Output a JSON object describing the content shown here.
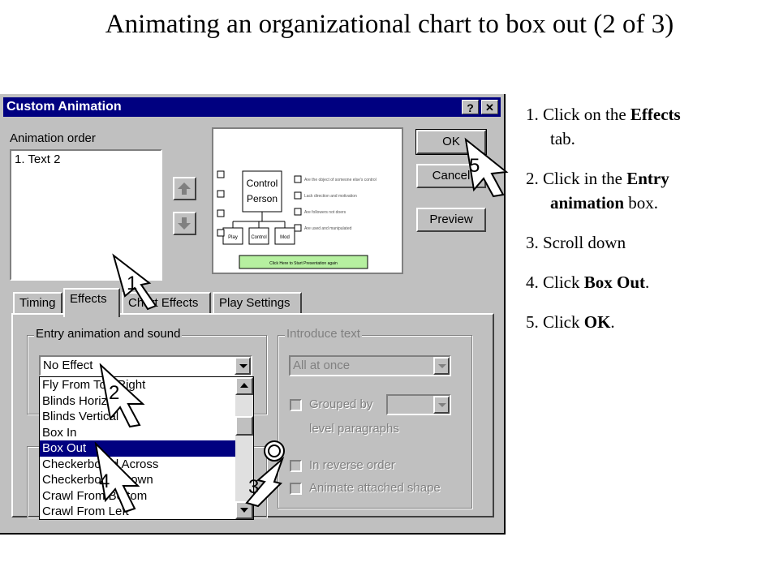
{
  "slide": {
    "title": "Animating an organizational chart to box out (2 of 3)"
  },
  "dialog": {
    "title": "Custom Animation",
    "help_btn": "?",
    "close_btn": "✕",
    "animation_order_label": "Animation order",
    "animation_order_items": [
      "1. Text 2"
    ],
    "ok_label": "OK",
    "cancel_label": "Cancel",
    "preview_label": "Preview",
    "tabs": [
      "Timing",
      "Effects",
      "Chart Effects",
      "Play Settings"
    ],
    "active_tab": "Effects",
    "entry_group_label": "Entry animation and sound",
    "entry_value": "No Effect",
    "effect_list": [
      "Fly From Top-Right",
      "Blinds Horizontal",
      "Blinds Vertical",
      "Box In",
      "Box Out",
      "Checkerboard Across",
      "Checkerboard Down",
      "Crawl From Bottom",
      "Crawl From Left"
    ],
    "selected_effect": "Box Out",
    "introduce_group_label": "Introduce text",
    "introduce_value": "All at once",
    "grouped_by_label": "Grouped by",
    "level_paragraphs_label": "level paragraphs",
    "reverse_order_label": "In reverse order",
    "animate_shape_label": "Animate attached shape"
  },
  "preview_slide": {
    "control_person": "Control Person",
    "boxes": [
      "Play",
      "Control",
      "Mod"
    ],
    "bullets": [
      "Are the object of someone else's control",
      "Lack direction and motivation",
      "Are followers not doers",
      "Are used and manipulated"
    ],
    "footer_button": "Click Here to Start Presentation again"
  },
  "callouts": [
    "1",
    "2",
    "3",
    "4",
    "5"
  ],
  "steps": [
    {
      "num": "1.",
      "pre": "Click on the ",
      "bold": "Effects",
      "post": "",
      "line2": "tab."
    },
    {
      "num": "2.",
      "pre": "Click in the ",
      "bold": "Entry",
      "post": "",
      "line2b": "animation",
      "line2": " box."
    },
    {
      "num": "3.",
      "pre": "Scroll down",
      "bold": "",
      "post": ""
    },
    {
      "num": "4.",
      "pre": "Click ",
      "bold": "Box Out",
      "post": "."
    },
    {
      "num": "5.",
      "pre": "Click ",
      "bold": "OK",
      "post": "."
    }
  ],
  "colors": {
    "titlebar": "#000080",
    "selection": "#000080",
    "dialog_face": "#c0c0c0",
    "preview_green": "#b6f0a0"
  }
}
